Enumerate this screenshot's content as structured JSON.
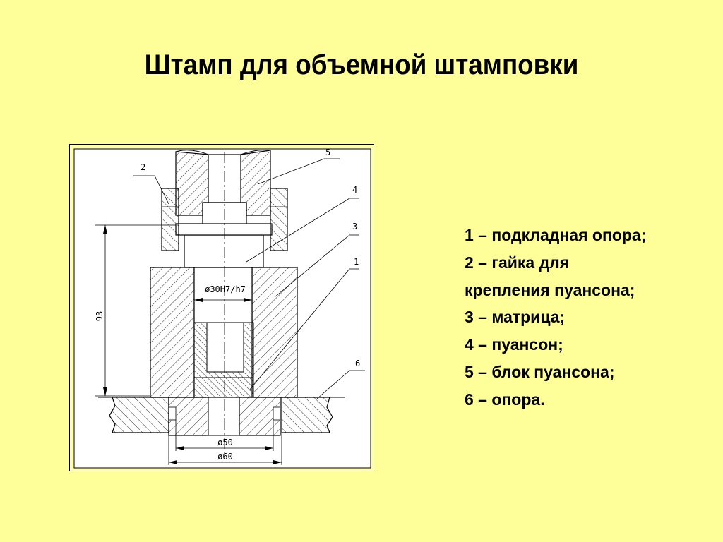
{
  "slide": {
    "title": "Штамп для объемной штамповки"
  },
  "drawing": {
    "part_numbers": [
      "1",
      "2",
      "3",
      "4",
      "5",
      "6"
    ],
    "dim_fit": "ø30H7/h7",
    "dim_height": "93",
    "dim_diam_small": "ø50",
    "dim_diam_large": "ø60"
  },
  "legend": {
    "lines": [
      "1 – подкладная опора;",
      "2 – гайка для",
      "крепления пуансона;",
      "3 – матрица;",
      "4 – пуансон;",
      "5 – блок пуансона;",
      "6 – опора."
    ]
  }
}
